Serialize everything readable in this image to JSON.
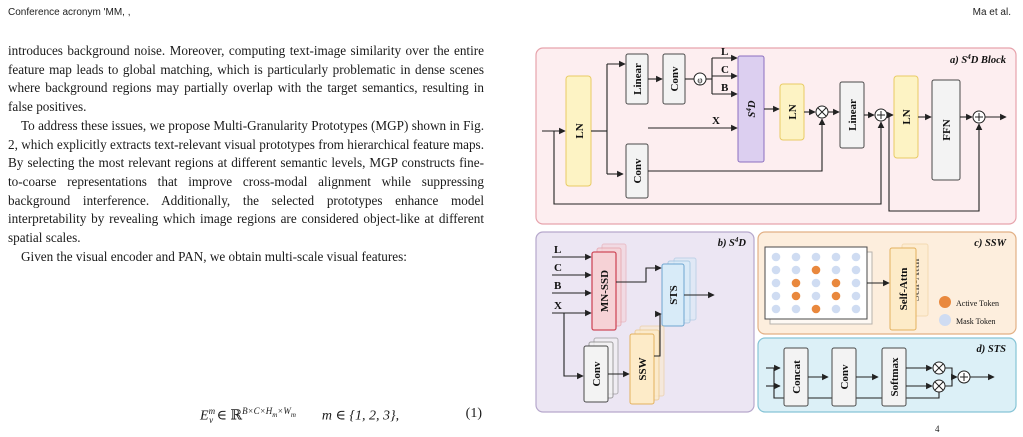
{
  "header": {
    "left": "Conference acronym 'MM, ,",
    "right": "Ma et al."
  },
  "body": {
    "paragraphs": [
      "introduces background noise. Moreover, computing text-image similarity over the entire feature map leads to global matching, which is particularly problematic in dense scenes where background regions may partially overlap with the target semantics, resulting in false positives.",
      "To address these issues, we propose Multi-Granularity Prototypes (MGP) shown in Fig. 2, which explicitly extracts text-relevant visual prototypes from hierarchical feature maps. By selecting the most relevant regions at different semantic levels, MGP constructs fine-to-coarse representations that improve cross-modal alignment while suppressing background interference. Additionally, the selected prototypes enhance model interpretability by revealing which image regions are considered object-like at different spatial scales.",
      "Given the visual encoder and PAN, we obtain multi-scale visual features:"
    ]
  },
  "equation": {
    "lhs": "E",
    "lhs_sup": "m",
    "lhs_sub": "v",
    "in": " ∈ ℝ",
    "sup": "B×C×H",
    "sup_sub1": "m",
    "sup_mid": "×W",
    "sup_sub2": "m",
    "cond": "m ∈ {1, 2, 3},",
    "number": "(1)"
  },
  "figure": {
    "panel_a": {
      "title_prefix": "a) S",
      "title_sup": "4",
      "title_suffix": "D Block",
      "blocks": {
        "ln1": "LN",
        "linear1": "Linear",
        "conv1": "Conv",
        "conv2": "Conv",
        "s4d_prefix": "S",
        "s4d_sup": "4",
        "s4d_suffix": "D",
        "ln2": "LN",
        "linear2": "Linear",
        "ln3": "LN",
        "ffn": "FFN"
      },
      "labels": {
        "l": "L",
        "c": "C",
        "b": "B",
        "x": "X",
        "phi": "φ"
      }
    },
    "panel_b": {
      "title_prefix": "b) S",
      "title_sup": "4",
      "title_suffix": "D",
      "blocks": {
        "mnssd": "MN-SSD",
        "conv": "Conv",
        "ssw": "SSW",
        "sts": "STS"
      },
      "labels": {
        "l": "L",
        "c": "C",
        "b": "B",
        "x": "X"
      }
    },
    "panel_c": {
      "title": "c) SSW",
      "blocks": {
        "selfattn": "Self-Attn",
        "selfattn_back": "Self-Attn"
      },
      "legend": {
        "active": "Active Token",
        "mask": "Mask Token"
      },
      "grid_active": [
        [
          0,
          0,
          0,
          0,
          0
        ],
        [
          0,
          0,
          1,
          0,
          0
        ],
        [
          0,
          1,
          0,
          1,
          0
        ],
        [
          0,
          1,
          0,
          1,
          0
        ],
        [
          0,
          0,
          1,
          0,
          0
        ]
      ]
    },
    "panel_d": {
      "title": "d) STS",
      "blocks": {
        "concat": "Concat",
        "conv": "Conv",
        "softmax": "Softmax"
      }
    },
    "colors": {
      "panel_a_bg": "#fdeef0",
      "panel_a_border": "#e7a3ac",
      "panel_b_bg": "#ece6f3",
      "panel_b_border": "#b6a8cc",
      "panel_c_bg": "#fdeedd",
      "panel_c_border": "#e2b085",
      "panel_d_bg": "#dcf0f7",
      "panel_d_border": "#86c4d6",
      "ln_fill": "#fdf3c4",
      "ln_stroke": "#e9cb64",
      "s4d_fill": "#dccff0",
      "s4d_stroke": "#8c6fbf",
      "block_fill": "#f3f3f3",
      "block_stroke": "#4a4a4a",
      "mnssd_fill": "#f6d2d6",
      "mnssd_stroke": "#cf4b5b",
      "sts_fill": "#d8ebf8",
      "sts_stroke": "#6ea6d0",
      "ssw_fill": "#fdebc8",
      "ssw_stroke": "#e3b15e",
      "active_token": "#e9883d",
      "mask_token": "#cfdcf2"
    },
    "footer": "4"
  }
}
